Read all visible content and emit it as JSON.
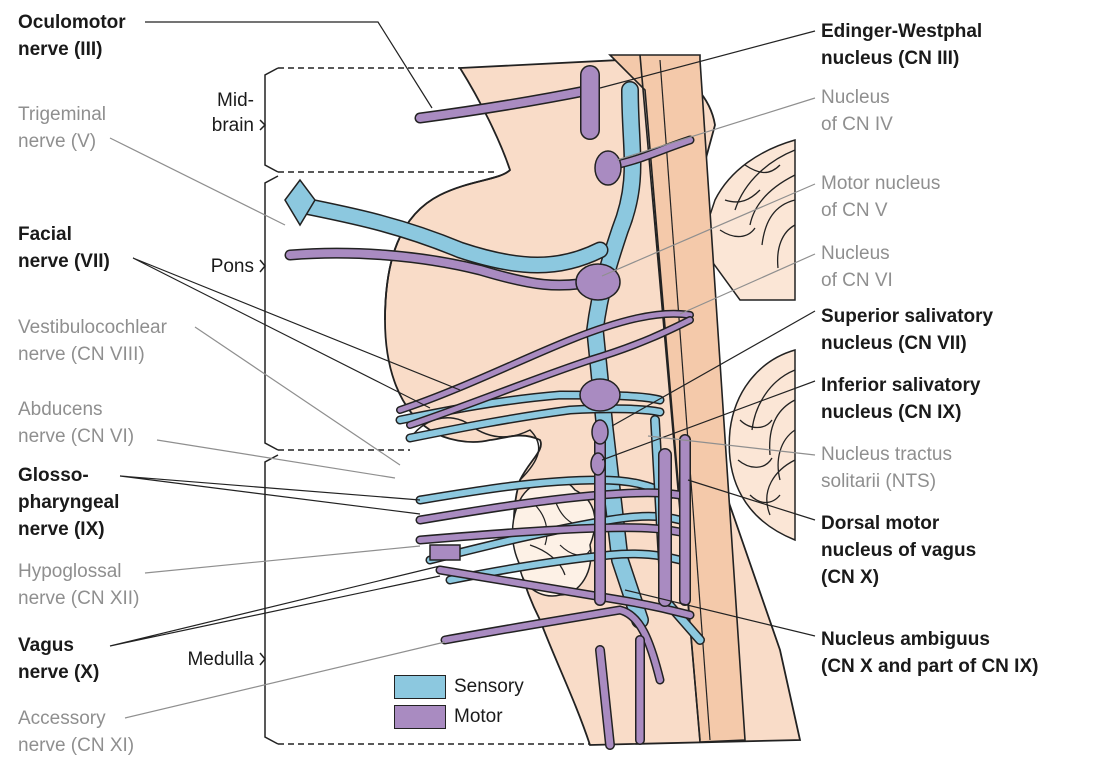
{
  "colors": {
    "sensory": "#8cc8df",
    "motor": "#a98bc1",
    "brainstem": "#f9dcc8",
    "cortex": "#fbe6d6",
    "outline": "#222222",
    "bold_text": "#1a1a1a",
    "grey_text": "#8f8f8f"
  },
  "labels_left": [
    {
      "id": "oculomotor",
      "lines": [
        "Oculomotor",
        "nerve (III)"
      ],
      "style": "bold"
    },
    {
      "id": "trigeminal",
      "lines": [
        "Trigeminal",
        "nerve (V)"
      ],
      "style": "grey"
    },
    {
      "id": "facial",
      "lines": [
        "Facial",
        "nerve (VII)"
      ],
      "style": "bold"
    },
    {
      "id": "vestibulocochlear",
      "lines": [
        "Vestibulocochlear",
        "nerve (CN VIII)"
      ],
      "style": "grey"
    },
    {
      "id": "abducens",
      "lines": [
        "Abducens",
        "nerve (CN VI)"
      ],
      "style": "grey"
    },
    {
      "id": "glossopharyngeal",
      "lines": [
        "Glosso-",
        "pharyngeal",
        "nerve (IX)"
      ],
      "style": "bold"
    },
    {
      "id": "hypoglossal",
      "lines": [
        "Hypoglossal",
        "nerve (CN XII)"
      ],
      "style": "grey"
    },
    {
      "id": "vagus",
      "lines": [
        "Vagus",
        "nerve (X)"
      ],
      "style": "bold"
    },
    {
      "id": "accessory",
      "lines": [
        "Accessory",
        "nerve (CN XI)"
      ],
      "style": "grey"
    }
  ],
  "labels_right": [
    {
      "id": "edinger",
      "lines": [
        "Edinger-Westphal",
        "nucleus (CN III)"
      ],
      "style": "bold"
    },
    {
      "id": "cn4",
      "lines": [
        "Nucleus",
        "of CN IV"
      ],
      "style": "grey"
    },
    {
      "id": "cn5",
      "lines": [
        "Motor nucleus",
        "of CN V"
      ],
      "style": "grey"
    },
    {
      "id": "cn6",
      "lines": [
        "Nucleus",
        "of CN VI"
      ],
      "style": "grey"
    },
    {
      "id": "superior_salivatory",
      "lines": [
        "Superior salivatory",
        "nucleus (CN VII)"
      ],
      "style": "bold"
    },
    {
      "id": "inferior_salivatory",
      "lines": [
        "Inferior salivatory",
        "nucleus (CN IX)"
      ],
      "style": "bold"
    },
    {
      "id": "nts",
      "lines": [
        "Nucleus tractus",
        "solitarii (NTS)"
      ],
      "style": "grey"
    },
    {
      "id": "dorsal_motor",
      "lines": [
        "Dorsal motor",
        "nucleus of vagus",
        "(CN X)"
      ],
      "style": "bold"
    },
    {
      "id": "ambiguus",
      "lines": [
        "Nucleus ambiguus",
        "(CN X and part of CN IX)"
      ],
      "style": "bold"
    }
  ],
  "regions": [
    {
      "id": "midbrain",
      "lines": [
        "Mid-",
        "brain"
      ]
    },
    {
      "id": "pons",
      "lines": [
        "Pons"
      ]
    },
    {
      "id": "medulla",
      "lines": [
        "Medulla"
      ]
    }
  ],
  "legend": [
    {
      "id": "sensory",
      "label": "Sensory",
      "color": "#8cc8df"
    },
    {
      "id": "motor",
      "label": "Motor",
      "color": "#a98bc1"
    }
  ]
}
